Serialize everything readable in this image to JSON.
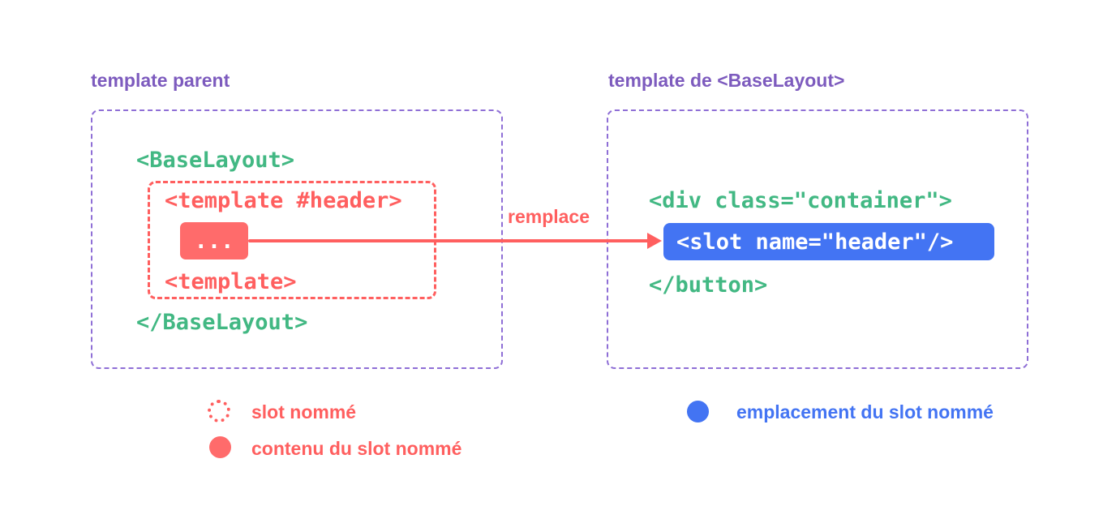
{
  "left": {
    "title": "template parent",
    "code": {
      "open": "<BaseLayout>",
      "template_open": "<template #header>",
      "dots": "...",
      "template_close": "<template>",
      "close": "</BaseLayout>"
    }
  },
  "arrow": {
    "label": "remplace"
  },
  "right": {
    "title": "template de <BaseLayout>",
    "code": {
      "div_open": "<div class=\"container\">",
      "slot": "<slot name=\"header\"/>",
      "button_close": "</button>"
    }
  },
  "legend": {
    "named_slot": "slot nommé",
    "slot_content": "contenu du slot nommé",
    "slot_target": "emplacement du slot nommé"
  },
  "colors": {
    "purple_title": "#7d5bbe",
    "purple_border": "#8f6fd6",
    "green_code": "#42b883",
    "red": "#ff5f5f",
    "pink_fill": "#ff6b6b",
    "blue": "#4374f3",
    "background": "#ffffff"
  }
}
